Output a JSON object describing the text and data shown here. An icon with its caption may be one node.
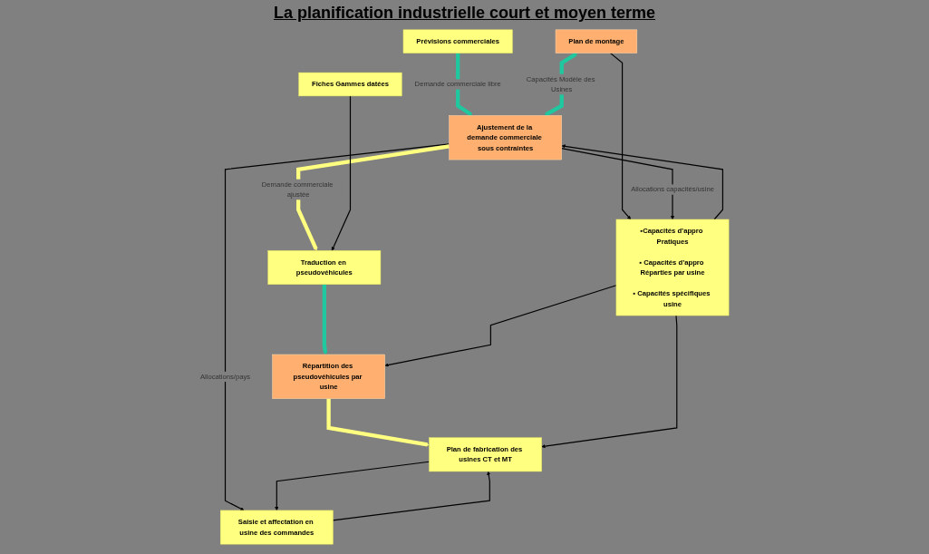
{
  "diagram": {
    "title": "La planification industrielle court et moyen terme",
    "nodes": [
      {
        "text": [
          "Prévisions commerciales"
        ]
      },
      {
        "text": [
          "Plan de montage"
        ]
      },
      {
        "text": [
          "Ajustement de la demande commerciale sous contraintes"
        ]
      },
      {
        "text": [
          "▪Capacités d’appro Pratiques",
          "▪ Capacités d’appro Réparties par usine",
          "▪ Capacités spécifiques usine"
        ]
      },
      {
        "text": [
          "Saisie et affectation en usine des commandes"
        ]
      },
      {
        "text": [
          "Traduction en pseudovéhicules"
        ]
      },
      {
        "text": [
          "Fiches Gammes datées"
        ]
      },
      {
        "text": [
          "Répartition des pseudovéhicules par usine"
        ]
      },
      {
        "text": [
          "Plan de fabrication des usines CT et MT"
        ]
      }
    ],
    "edges": [
      {
        "from": 0,
        "to": 2,
        "arrow": "to",
        "label": "Demande commerciale libre",
        "style": "thick",
        "color": "#20c8a0"
      },
      {
        "from": 1,
        "to": 2,
        "arrow": "both",
        "label": "Capacités Modèle des Usines",
        "style": "thick",
        "color": "#20c8a0"
      },
      {
        "from": 1,
        "to": 3,
        "arrow": "to"
      },
      {
        "from": 3,
        "to": 2,
        "arrow": "to"
      },
      {
        "from": 2,
        "to": 3,
        "arrow": "to",
        "label": "Allocations capacités/usine"
      },
      {
        "from": 2,
        "to": 4,
        "arrow": "to",
        "label": "Allocations/pays"
      },
      {
        "from": 2,
        "to": 5,
        "arrow": "to",
        "label": "Demande commerciale ajustée",
        "style": "thick",
        "color": "#ffff80"
      },
      {
        "from": 6,
        "to": 5,
        "arrow": "to"
      },
      {
        "from": 5,
        "to": 7,
        "arrow": "to",
        "style": "thick",
        "color": "#20c8a0"
      },
      {
        "from": 3,
        "to": 7,
        "arrow": "to"
      },
      {
        "from": 7,
        "to": 8,
        "arrow": "to",
        "style": "thick",
        "color": "#ffff80"
      },
      {
        "from": 3,
        "to": 8,
        "arrow": "to"
      },
      {
        "from": 4,
        "to": 8,
        "arrow": "to"
      },
      {
        "from": 8,
        "to": 4,
        "arrow": "to"
      }
    ]
  }
}
